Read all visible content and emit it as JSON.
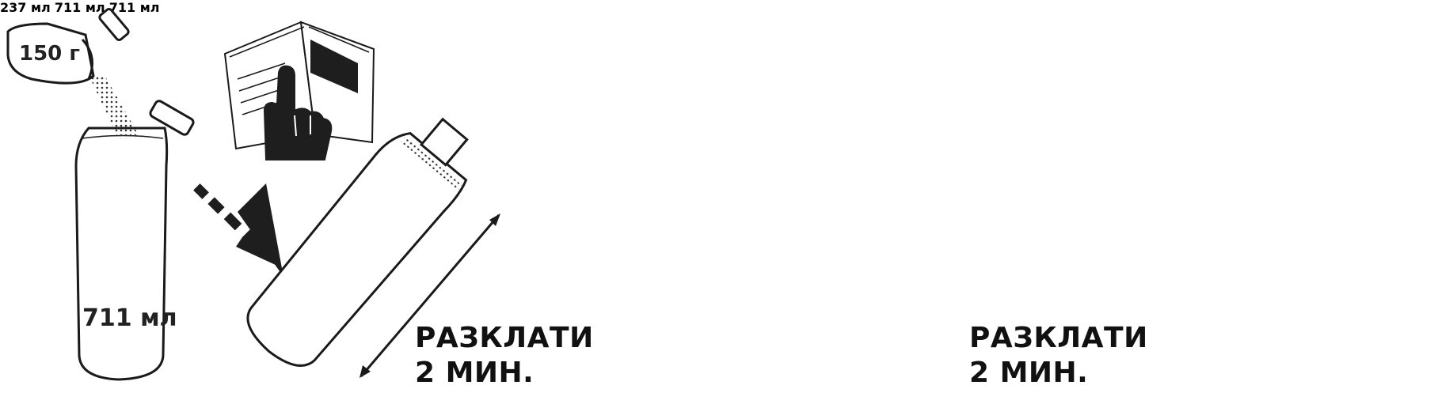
{
  "steps": {
    "one": {
      "powder_amount": "150 г",
      "bottle_volume": "711 мл"
    },
    "two": {
      "action_line1": "РАЗКЛАТИ",
      "action_line2": "2 МИН."
    },
    "three": {
      "water_amount": "237 мл",
      "bottle_volume": "711 мл"
    },
    "four": {
      "action_line1": "РАЗКЛАТИ",
      "action_line2": "2 МИН."
    },
    "five": {
      "bottle_volume": "711 мл"
    }
  },
  "icons": [
    "powder-scoop-icon",
    "instruction-booklet-icon",
    "pointing-hand-icon",
    "shake-arrow-icon",
    "water-jug-icon",
    "spray-trigger-icon",
    "paint-brush-icon",
    "bottle-cap-icon"
  ],
  "colors": {
    "outline": "#1a1a1a",
    "liquid": "#707070",
    "arrow": "#1e1e1e",
    "background": "#ffffff"
  }
}
